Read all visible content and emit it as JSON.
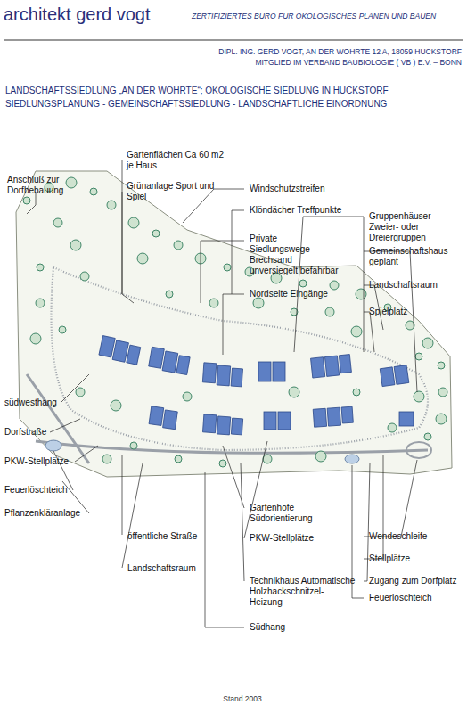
{
  "diagram": {
    "title": "LANDSCHAFTSSIEDLUNG „AN DER WOHRTE“; ÖKOLOGISCHE SIEDLUNG IN HUCKSTORF",
    "labels": [
      "architekt gerd vogt",
      "ZERTIFIZIERTES BÜRO FÜR ÖKOLOGISCHES PLANEN UND BAUEN",
      "DIPL. ING. GERD VOGT, AN DER WOHRTE 12 A, 18059 HUCKSTORF",
      "MITGLIED IM VERBAND BAUBIOLOGIE ( VB ) E.V. – BONN",
      "SIEDLUNGSPLANUNG - GEMEINSCHAFTSSIEDLUNG - LANDSCHAFTLICHE EINORDNUNG",
      "Anschluß zur Dorfbebauung",
      "Gartenflächen Ca 60 m2 je Haus",
      "Grünanlage Sport und Spiel",
      "Windschutzstreifen",
      "Klöndächer Treffpunkte",
      "Private Siedlungswege Brechsand unversiegelt befahrbar",
      "Nordseite Eingänge",
      "Gruppenhäuser Zweier- oder Dreiergruppen",
      "Gemeinschaftshaus geplant",
      "Landschaftsraum",
      "Spielplatz",
      "südwesthang",
      "Dorfstraße",
      "PKW-Stellplätze",
      "Feuerlöschteich",
      "Pflanzenkläranlage",
      "öffentliche Straße",
      "Landschaftsraum",
      "Gartenhöfe Südorientierung",
      "PKW-Stellplätze",
      "Technikhaus Automatische Holzhackschnitzel-Heizung",
      "Südhang",
      "Wendeschleife",
      "Stellplätze",
      "Zugang zum Dorfplatz",
      "Feuerlöschteich",
      "Stand 2003"
    ]
  }
}
